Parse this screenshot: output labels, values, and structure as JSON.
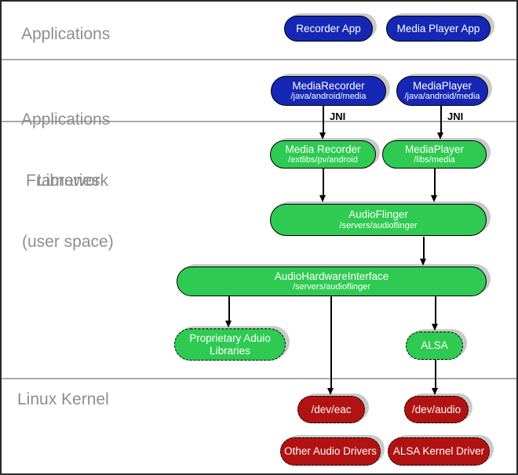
{
  "colors": {
    "blue": "#1527b4",
    "green": "#2fca52",
    "red": "#b11212",
    "shadow": "#c9c9c9",
    "section_label": "#8e8e8e"
  },
  "sections": {
    "applications": "Applications",
    "framework": [
      "Applications",
      "Framework"
    ],
    "libraries": [
      "Libraries",
      "(user space)"
    ],
    "kernel": "Linux Kernel"
  },
  "edges": {
    "jni_left": "JNI",
    "jni_right": "JNI"
  },
  "nodes": {
    "recorder_app": {
      "title": "Recorder App"
    },
    "media_player_app": {
      "title": "Media Player App"
    },
    "media_recorder_fw": {
      "title": "MediaRecorder",
      "subtitle": "/java/android/media"
    },
    "media_player_fw": {
      "title": "MediaPlayer",
      "subtitle": "/java/android/media"
    },
    "media_recorder_lib": {
      "title": "Media Recorder",
      "subtitle": "/extlibs/pv/android"
    },
    "media_player_lib": {
      "title": "MediaPlayer",
      "subtitle": "/libs/media"
    },
    "audioflinger": {
      "title": "AudioFlinger",
      "subtitle": "/servers/audioflinger"
    },
    "audio_hw_interface": {
      "title": "AudioHardwareInterface",
      "subtitle": "/servers/audioflinger"
    },
    "proprietary_audio_libs": {
      "title": "Proprietary Aduio Libraries"
    },
    "alsa": {
      "title": "ALSA"
    },
    "dev_eac": {
      "title": "/dev/eac"
    },
    "dev_audio": {
      "title": "/dev/audio"
    },
    "other_audio_drivers": {
      "title": "Other Audio Drivers"
    },
    "alsa_kernel_driver": {
      "title": "ALSA Kernel Driver"
    }
  }
}
